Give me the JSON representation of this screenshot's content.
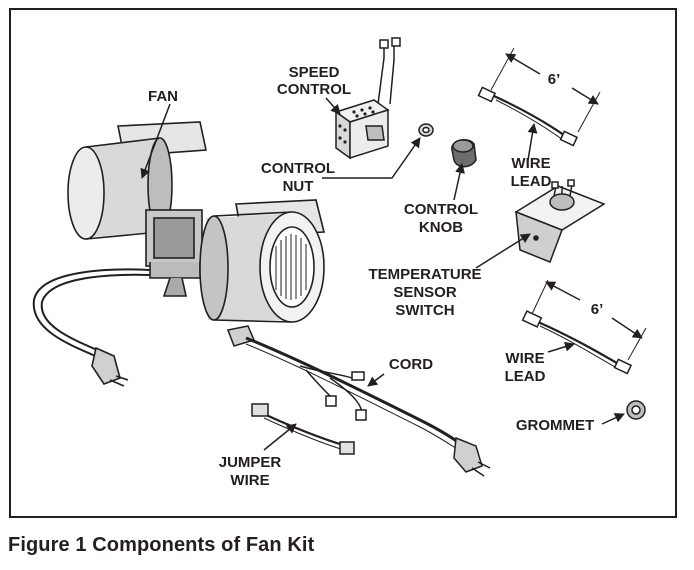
{
  "labels": {
    "fan": "FAN",
    "speed_control": [
      "SPEED",
      "CONTROL"
    ],
    "control_nut": [
      "CONTROL",
      "NUT"
    ],
    "control_knob": [
      "CONTROL",
      "KNOB"
    ],
    "wire_lead_top": [
      "WIRE",
      "LEAD"
    ],
    "wire_lead_top_length": "6’",
    "temperature_sensor_switch": [
      "TEMPERATURE",
      "SENSOR",
      "SWITCH"
    ],
    "wire_lead_bottom": [
      "WIRE",
      "LEAD"
    ],
    "wire_lead_bottom_length": "6’",
    "cord": "CORD",
    "grommet": "GROMMET",
    "jumper_wire": [
      "JUMPER",
      "WIRE"
    ]
  },
  "caption": "Figure 1  Components of Fan Kit"
}
